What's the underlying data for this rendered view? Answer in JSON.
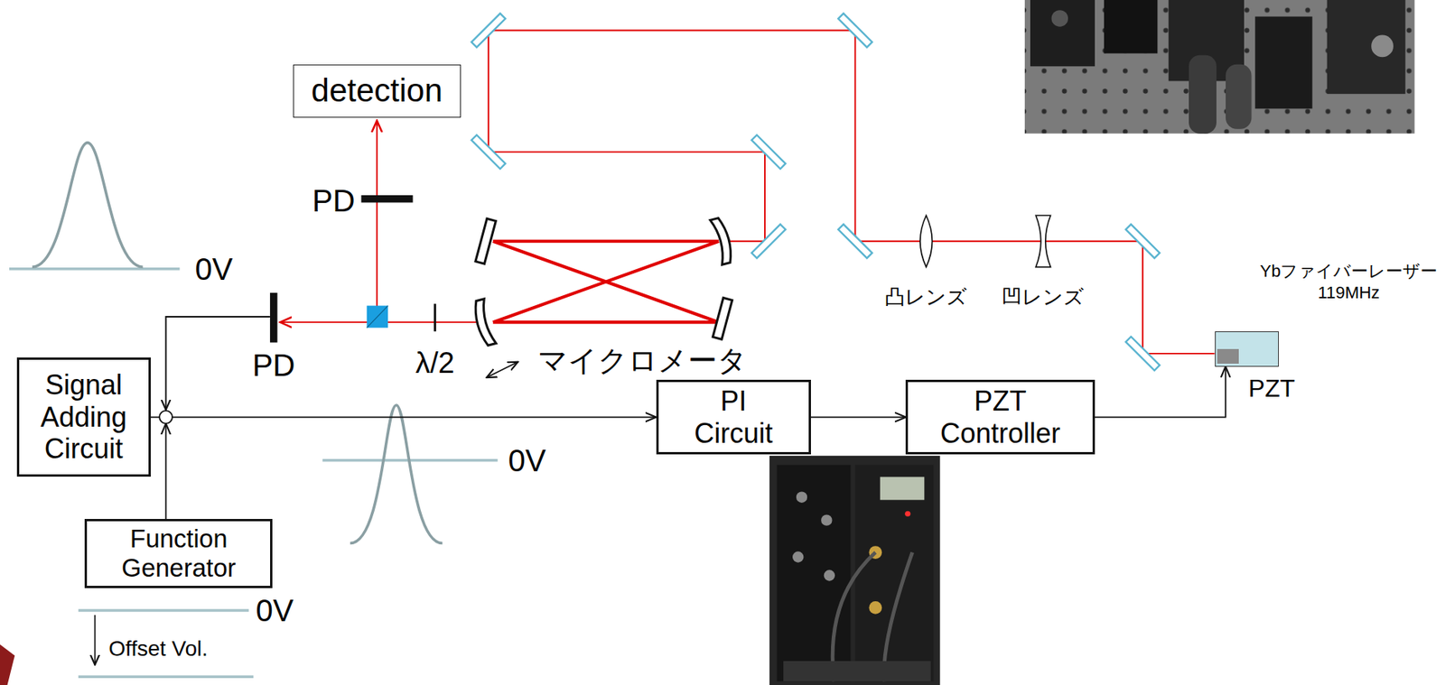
{
  "diagram": {
    "nodes": [
      {
        "text": [
          "detection"
        ]
      },
      {
        "text": [
          "Ybファイバーレーザー 119MHz"
        ]
      },
      {
        "text": [
          "Signal Adding Circuit"
        ]
      },
      {
        "text": [
          "PI Circuit"
        ]
      },
      {
        "text": [
          "PZT Controller"
        ]
      },
      {
        "text": [
          "Function Generator"
        ]
      }
    ],
    "edges": [
      {
        "from": 2,
        "to": 3,
        "arrow": "to"
      },
      {
        "from": 3,
        "to": 4,
        "arrow": "to"
      },
      {
        "from": 4,
        "to": 1,
        "arrow": "to"
      },
      {
        "from": 5,
        "to": 2,
        "arrow": "to"
      }
    ],
    "labels": [
      "PD",
      "PD",
      "λ/2",
      "マイクロメータ",
      "凸レンズ",
      "凹レンズ",
      "PZT",
      "0V",
      "0V",
      "0V",
      "Offset Vol."
    ]
  }
}
